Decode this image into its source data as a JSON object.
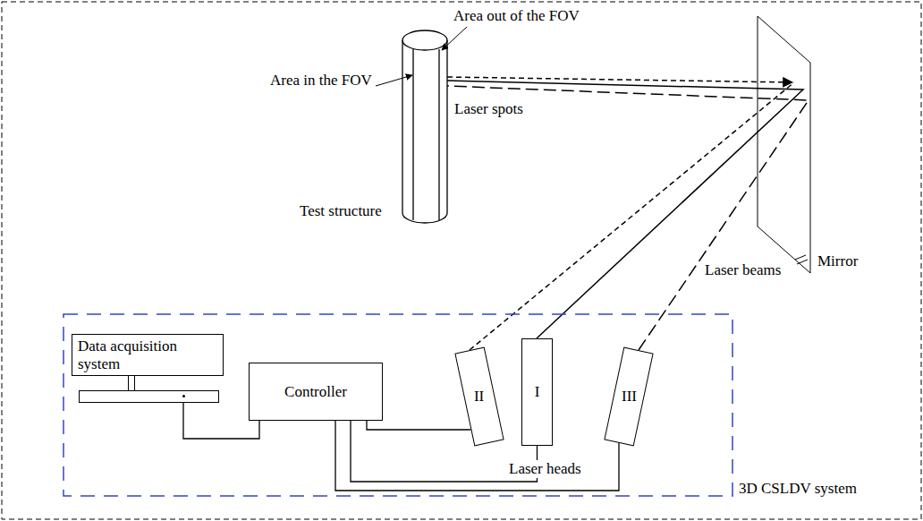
{
  "diagram": {
    "nodes": [
      {
        "text": [
          "3D CSLDV system"
        ]
      },
      {
        "text": [
          "Data acquisition system"
        ],
        "in": 0
      },
      {
        "text": [
          "Controller"
        ],
        "in": 0
      },
      {
        "text": [
          "II"
        ],
        "in": 0
      },
      {
        "text": [
          "I"
        ],
        "in": 0
      },
      {
        "text": [
          "III"
        ],
        "in": 0
      }
    ],
    "edges": [
      {
        "from": 1,
        "to": 2,
        "arrow": "none"
      },
      {
        "from": 2,
        "to": 3,
        "arrow": "none"
      },
      {
        "from": 2,
        "to": 4,
        "arrow": "none"
      },
      {
        "from": 2,
        "to": 5,
        "arrow": "none"
      }
    ],
    "labels": [
      "Area out of the FOV",
      "Area in the FOV",
      "Laser spots",
      "Test structure",
      "Laser beams",
      "Mirror",
      "Laser heads"
    ]
  }
}
